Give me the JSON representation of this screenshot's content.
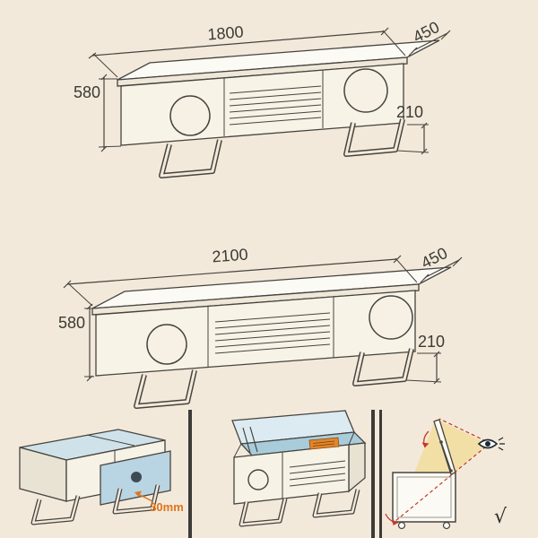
{
  "page": {
    "background": "#f3e9da",
    "line_color": "#46443f"
  },
  "diagrams": {
    "stand_small": {
      "width": "1800",
      "depth": "450",
      "height": "580",
      "clearance": "210"
    },
    "stand_large": {
      "width": "2100",
      "depth": "450",
      "height": "580",
      "clearance": "210"
    }
  },
  "details": {
    "drawer_panel": {
      "annotation": "30mm",
      "annotation_color": "#df751c"
    },
    "flip_top_panel": {},
    "view_panel": {
      "checkmark": "√"
    }
  },
  "colors": {
    "top_blue": "#cfe2ea",
    "drawer_blue": "#b9d4e2",
    "interior_blue": "#a9ccdb",
    "lid_blue": "#dcebf2",
    "orange": "#df751c",
    "label_orange": "#e2862a",
    "cone_yellow": "#f2d671",
    "dashed_red": "#c4392b"
  }
}
